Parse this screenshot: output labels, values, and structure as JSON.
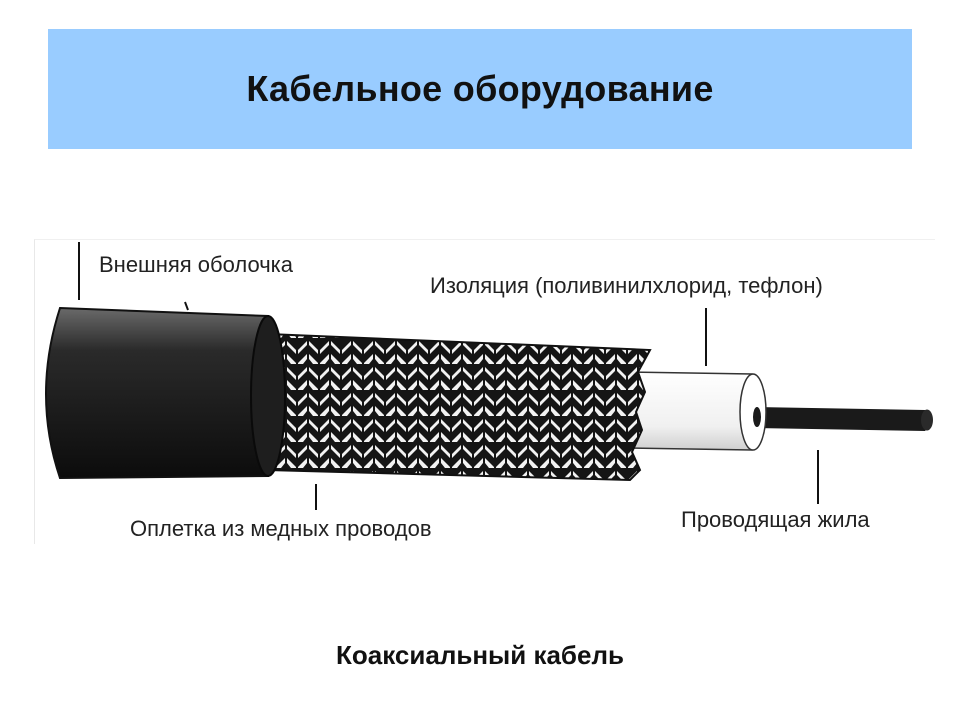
{
  "title": "Кабельное оборудование",
  "labels": {
    "outer_sheath": "Внешняя оболочка",
    "insulation": "Изоляция (поливинилхлорид, тефлон)",
    "braid": "Оплетка из медных проводов",
    "core": "Проводящая жила"
  },
  "caption": "Коаксиальный кабель",
  "colors": {
    "banner": "#99ccff",
    "sheath": "#1a1a1a",
    "braid_light": "#f2f2f2",
    "braid_dark": "#111111"
  }
}
